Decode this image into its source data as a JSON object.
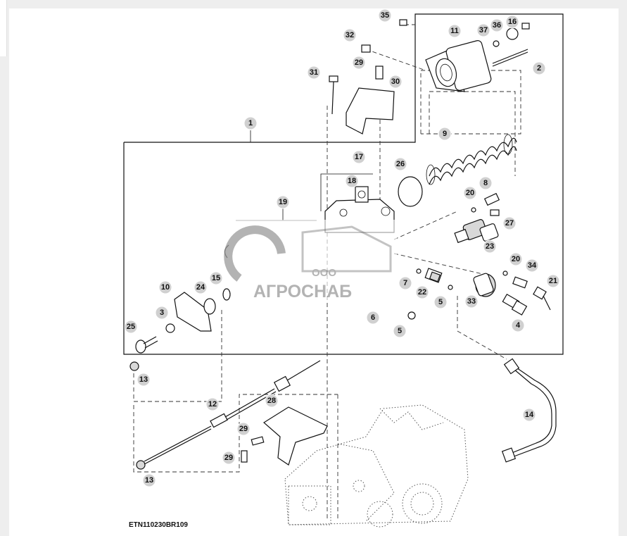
{
  "figure_reference": "ETN110230BR109",
  "watermark": {
    "line1": "ООО",
    "line2": "АГРОСНАБ"
  },
  "callouts": [
    "1",
    "2",
    "3",
    "4",
    "5",
    "5",
    "6",
    "7",
    "8",
    "9",
    "10",
    "11",
    "12",
    "13",
    "13",
    "14",
    "15",
    "16",
    "17",
    "18",
    "19",
    "20",
    "20",
    "21",
    "22",
    "23",
    "24",
    "25",
    "26",
    "27",
    "28",
    "29",
    "29",
    "29",
    "30",
    "31",
    "32",
    "33",
    "34",
    "35",
    "36",
    "37"
  ],
  "colors": {
    "callout_fill": "#d0d0d0",
    "line": "#111111",
    "watermark": "#9a9a9a"
  }
}
